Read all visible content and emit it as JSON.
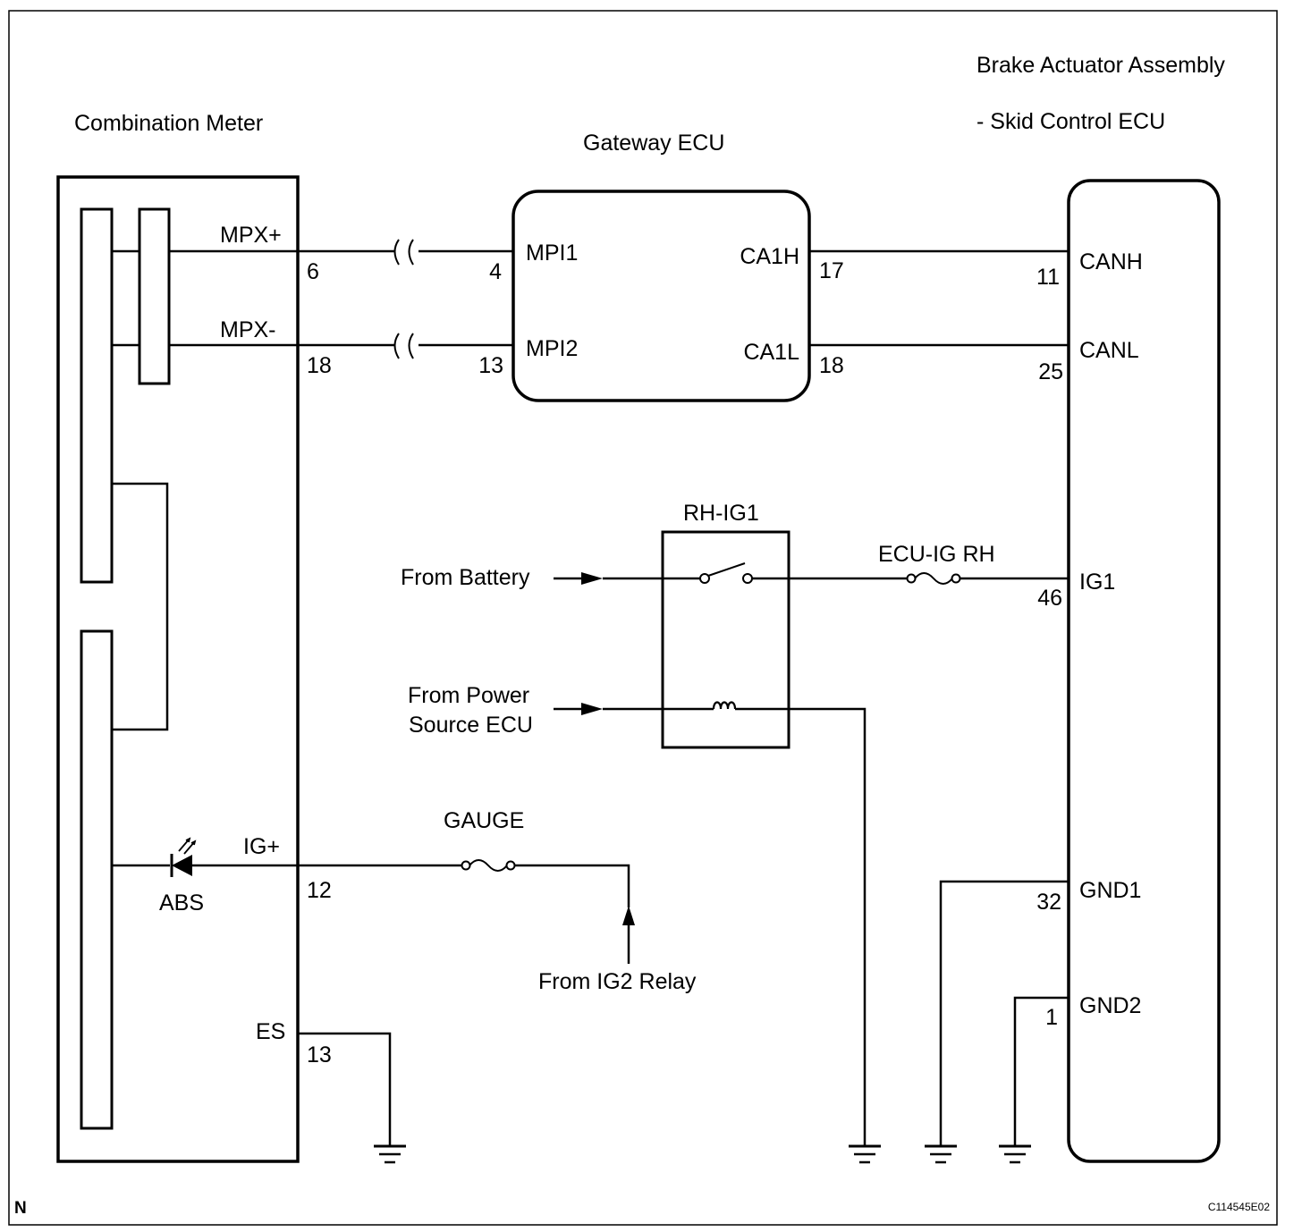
{
  "components": {
    "combination_meter": "Combination Meter",
    "gateway_ecu": "Gateway ECU",
    "brake_actuator_line1": "Brake Actuator Assembly",
    "brake_actuator_line2": "- Skid Control ECU"
  },
  "terminals": {
    "mpx_plus": "MPX+",
    "mpx_minus": "MPX-",
    "ig_plus": "IG+",
    "es": "ES",
    "mpi1": "MPI1",
    "mpi2": "MPI2",
    "ca1h": "CA1H",
    "ca1l": "CA1L",
    "canh": "CANH",
    "canl": "CANL",
    "ig1": "IG1",
    "gnd1": "GND1",
    "gnd2": "GND2"
  },
  "pins": {
    "meter_mpx_plus": "6",
    "meter_mpx_minus": "18",
    "meter_ig_plus": "12",
    "meter_es": "13",
    "gw_mpi1": "4",
    "gw_mpi2": "13",
    "gw_ca1h": "17",
    "gw_ca1l": "18",
    "skid_canh": "11",
    "skid_canl": "25",
    "skid_ig1": "46",
    "skid_gnd1": "32",
    "skid_gnd2": "1"
  },
  "parts": {
    "relay": "RH-IG1",
    "fuse_ecu": "ECU-IG RH",
    "fuse_gauge": "GAUGE",
    "lamp": "ABS"
  },
  "sources": {
    "battery": "From Battery",
    "power_source_line1": "From Power",
    "power_source_line2": "Source ECU",
    "ig2_relay": "From IG2 Relay"
  },
  "footer": {
    "left_mark": "N",
    "figure_code": "C114545E02"
  }
}
